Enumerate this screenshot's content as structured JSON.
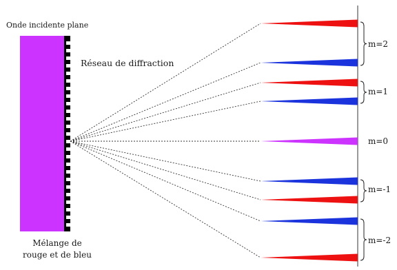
{
  "labels": {
    "title": "Onde incidente plane",
    "grating": "Réseau de diffraction",
    "mixture_line1": "Mélange de",
    "mixture_line2": "rouge et de bleu"
  },
  "orders": [
    {
      "label": "m=2"
    },
    {
      "label": "m=1"
    },
    {
      "label": "m=0"
    },
    {
      "label": "m=-1"
    },
    {
      "label": "m=-2"
    }
  ],
  "colors": {
    "incident_wave": "#cc33ff",
    "red": "#ee1111",
    "blue": "#1a33dd",
    "mixture": "#cc33ff",
    "grating": "#000000",
    "screen": "#999999",
    "rays": "#333333"
  },
  "beams": [
    {
      "order": 2,
      "color": "red"
    },
    {
      "order": 2,
      "color": "blue"
    },
    {
      "order": 1,
      "color": "red"
    },
    {
      "order": 1,
      "color": "blue"
    },
    {
      "order": 0,
      "color": "mixture"
    },
    {
      "order": -1,
      "color": "blue"
    },
    {
      "order": -1,
      "color": "red"
    },
    {
      "order": -2,
      "color": "blue"
    },
    {
      "order": -2,
      "color": "red"
    }
  ],
  "icons": {
    "grating": "grating-slits-icon",
    "screen": "screen-line-icon"
  }
}
